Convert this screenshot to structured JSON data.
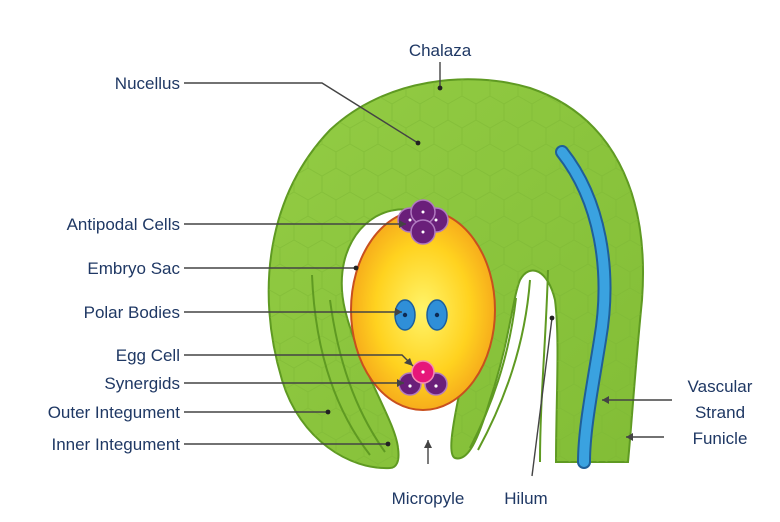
{
  "colors": {
    "ovule_green": "#8cc63f",
    "ovule_dark": "#5f9a22",
    "embryo_sac_yellow": "#ffd21f",
    "embryo_sac_orange": "#f4a21b",
    "cell_purple": "#6a1f7a",
    "egg_pink": "#e6167a",
    "polar_blue": "#2f8fd8",
    "vascular_blue": "#3aa2e0",
    "label_text": "#1f3864",
    "leader_line": "#444444"
  },
  "labels": {
    "chalaza": "Chalaza",
    "nucellus": "Nucellus",
    "antipodal_cells": "Antipodal Cells",
    "embryo_sac": "Embryo Sac",
    "polar_bodies": "Polar Bodies",
    "egg_cell": "Egg Cell",
    "synergids": "Synergids",
    "outer_integument": "Outer Integument",
    "inner_integument": "Inner Integument",
    "micropyle": "Micropyle",
    "hilum": "Hilum",
    "vascular_line1": "Vascular",
    "vascular_line2": "Strand",
    "funicle": "Funicle"
  }
}
